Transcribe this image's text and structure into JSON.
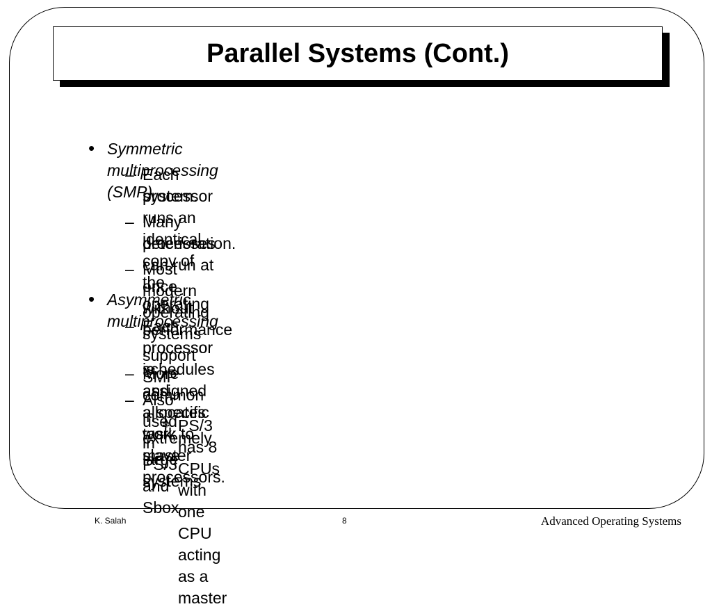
{
  "slide": {
    "title": "Parallel Systems (Cont.)",
    "sections": [
      {
        "bullet": "•",
        "heading": "Symmetric multiprocessing (SMP)",
        "items": [
          {
            "dash": "–",
            "lines": [
              "Each processor runs an identical copy of the operating",
              "system."
            ]
          },
          {
            "dash": "–",
            "lines": [
              "Many processes can run at once without performance",
              "deterioration."
            ]
          },
          {
            "dash": "–",
            "lines": [
              "Most modern operating systems support SMP"
            ]
          }
        ]
      },
      {
        "bullet": "•",
        "heading": "Asymmetric multiprocessing",
        "items": [
          {
            "dash": "–",
            "lines": [
              "Each processor is assigned a specific task; master",
              "processor schedules and allocates work to slave processors."
            ]
          },
          {
            "dash": "–",
            "lines": [
              "More common in extremely large systems"
            ]
          },
          {
            "dash": "–",
            "lines": [
              "Also used in PS/3 and Sbox"
            ]
          }
        ],
        "subitem": {
          "icon": "snowflake-icon",
          "symbol": "❄",
          "text": "PS/3 has 8 CPUs with one CPU acting as a master"
        }
      }
    ]
  },
  "footer": {
    "author": "K. Salah",
    "page_number": "8",
    "course": "Advanced Operating Systems"
  }
}
